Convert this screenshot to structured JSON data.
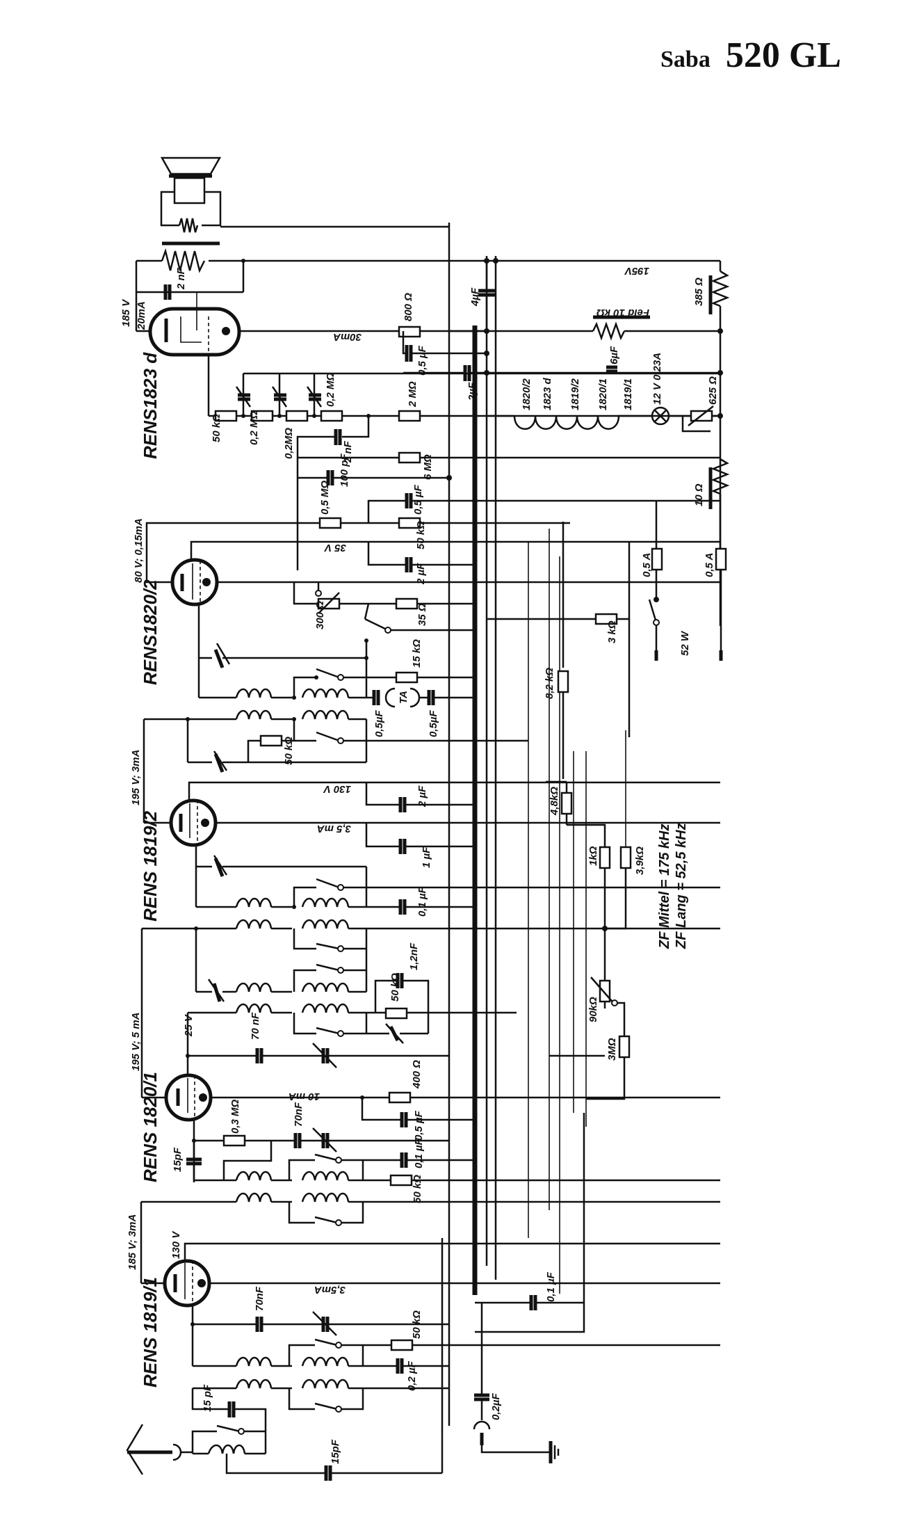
{
  "title": {
    "brand": "Saba",
    "model": "520 GL"
  },
  "tubes": [
    {
      "id": "output",
      "name": "RENS1823 d",
      "operating": "185 V / 20mA",
      "v": "185 V",
      "i": "20mA",
      "cathode_current": "30mA"
    },
    {
      "id": "audio",
      "name": "RENS1820/2",
      "operating": "80 V; 0,15mA",
      "screen": "35 V"
    },
    {
      "id": "if",
      "name": "RENS 1819/2",
      "operating": "195 V; 3mA",
      "screen": "130 V",
      "cathode_current": "3,5 mA"
    },
    {
      "id": "mixer",
      "name": "RENS 1820/1",
      "operating": "195 V; 5 mA",
      "screen": "25 V",
      "cathode_current": "10 mA"
    },
    {
      "id": "rf",
      "name": "RENS 1819/1",
      "operating": "185 V; 3mA",
      "screen": "130 V",
      "cathode_current": "3,5mA"
    }
  ],
  "labels": {
    "c_2nF_out": "2 nF",
    "r_800": "800 Ω",
    "c_05_out": "0,5 µF",
    "c_4uF": "4µF",
    "c_2uF": "2µF",
    "r_50k_tone": "50 kΩ",
    "r_02M_a": "0,2 MΩ",
    "r_02M_b": "0,2MΩ",
    "r_02M_c": "0,2 MΩ",
    "c_2nF_b": "2 nF",
    "r_2M": "2 MΩ",
    "c_100pF": "100 pF",
    "r_6M": "6 MΩ",
    "r_05M": "0,5 MΩ",
    "c_05_b": "0,5 µF",
    "r_50k_b": "50 kΩ",
    "c_2uF_b": "2 µF",
    "r_300": "300 Ω",
    "r_35": "35 Ω",
    "r_15k": "15 kΩ",
    "ta": "TA",
    "c_05_ta1": "0,5µF",
    "c_05_ta2": "0,5µF",
    "r_82k": "8,2 kΩ",
    "r_3k": "3 kΩ",
    "r_50k_if": "50 kΩ",
    "c_2uF_if": "2 µF",
    "c_1uF_if": "1 µF",
    "c_01_if": "0,1 µF",
    "r_48k": "4,8kΩ",
    "r_1k": "1kΩ",
    "r_39k": "3,9kΩ",
    "c_12nF": "1,2nF",
    "r_50k_osc": "50 kΩ",
    "c_70nF_a": "70 nF",
    "r_400": "400 Ω",
    "c_05_mix": "0,5 µF",
    "r_03M": "0,3 MΩ",
    "c_70nF_b": "70nF",
    "c_15pF_mix": "15pF",
    "c_01_mix": "0,1 µF",
    "r_50k_mix": "50 kΩ",
    "r_90k": "90kΩ",
    "r_3M": "3MΩ",
    "c_70nF_rf": "70nF",
    "r_50k_rf": "50 kΩ",
    "c_02_rf": "0,2 µF",
    "c_15pF_ant": "15 pF",
    "c_15pF_b": "15pF",
    "c_01_bot": "0,1 µF",
    "c_02_gnd": "0,2µF"
  },
  "power": {
    "v195": "195V",
    "r_385": "385 Ω",
    "field": "Feld 10 kΩ",
    "c_6uF": "6µF",
    "heaters": [
      "1820/2",
      "1823 d",
      "1819/2",
      "1820/1",
      "1819/1"
    ],
    "lamp": "12 V 0,23A",
    "r_625": "625 Ω",
    "r_10": "10 Ω",
    "fuse1": "0,5 A",
    "fuse2": "0,5 A",
    "power_rating": "52 W"
  },
  "notes": {
    "zf_mittel": "ZF Mittel = 175 kHz",
    "zf_lang": "ZF Lang   = 52,5 kHz"
  },
  "icons": [
    "speaker-icon",
    "antenna-icon",
    "ground-icon",
    "lamp-icon",
    "tube-icon",
    "coil-icon",
    "switch-icon"
  ]
}
